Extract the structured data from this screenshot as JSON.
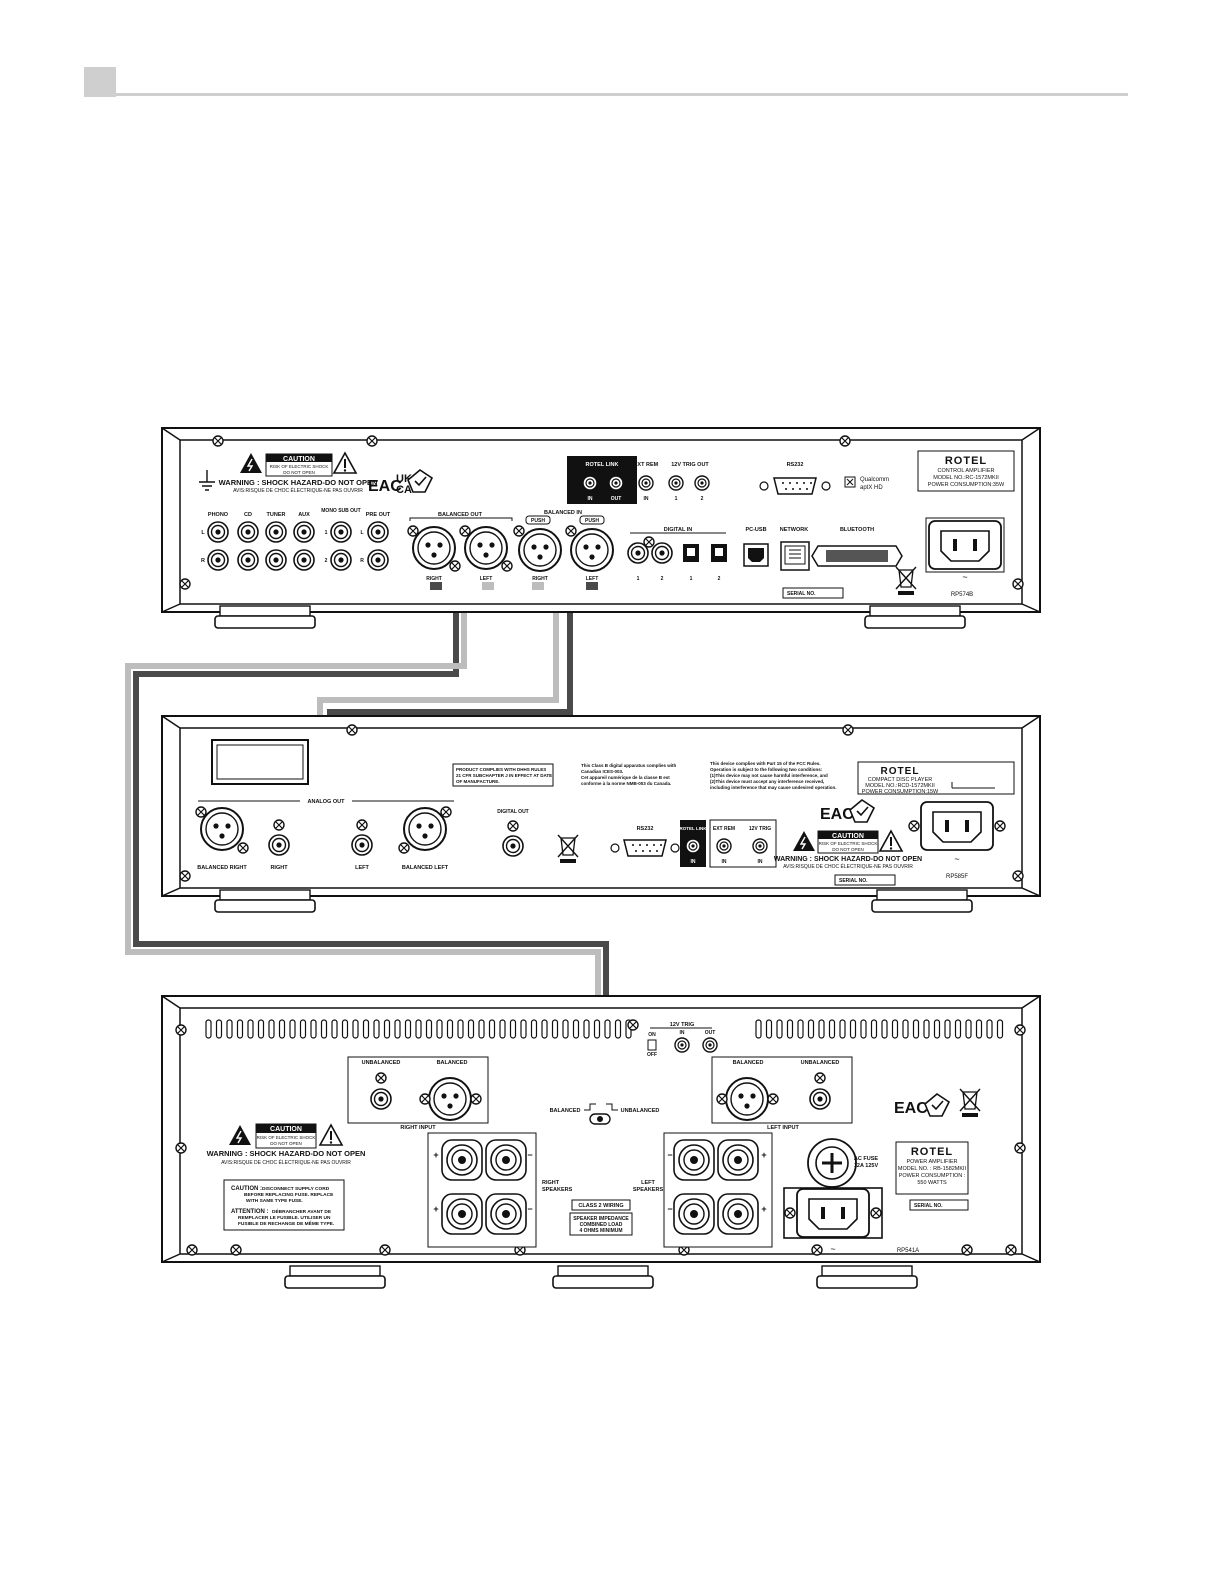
{
  "header": {
    "accent_color": "#cfcfcf"
  },
  "cable_colors": {
    "dark": "#4a4a4a",
    "light": "#bdbdbd"
  },
  "amp": {
    "brand": "ROTEL",
    "label_line1": "CONTROL AMPLIFIER",
    "label_line2": "MODEL NO.:RC-1572MKII",
    "label_line3": "POWER CONSUMPTION:35W",
    "caution_title": "CAUTION",
    "caution_sub1": "RISK OF ELECTRIC SHOCK",
    "caution_sub2": "DO NOT OPEN",
    "warning": "WARNING : SHOCK HAZARD-DO NOT OPEN",
    "avis": "AVIS:RISQUE DE CHOC ÉLECTRIQUE-NE PAS OUVRIR",
    "eac": "EAC",
    "ukca_top": "UK",
    "ukca_bottom": "CA",
    "rotel_link": "ROTEL LINK",
    "in": "IN",
    "out": "OUT",
    "ext_rem": "EXT REM",
    "trig_out": "12V TRIG OUT",
    "trig_1": "1",
    "trig_2": "2",
    "rs232": "RS232",
    "qualcomm1": "Qualcomm",
    "qualcomm2": "aptX HD",
    "phono": "PHONO",
    "cd": "CD",
    "tuner": "TUNER",
    "aux": "AUX",
    "mono_sub_out": "MONO SUB OUT",
    "pre_out": "PRE OUT",
    "l": "L",
    "r": "R",
    "n1": "1",
    "n2": "2",
    "balanced_out": "BALANCED OUT",
    "balanced_in": "BALANCED IN",
    "push": "PUSH",
    "right": "RIGHT",
    "left": "LEFT",
    "digital_in": "DIGITAL IN",
    "pc_usb": "PC-USB",
    "network": "NETWORK",
    "bluetooth": "BLUETOOTH",
    "serial": "SERIAL NO.",
    "rp": "RP574B"
  },
  "cd": {
    "brand": "ROTEL",
    "label_line1": "COMPACT DISC PLAYER",
    "label_line2": "MODEL NO.:RCD-1572MKII",
    "label_line3": "POWER CONSUMPTION:15W",
    "analog_out": "ANALOG OUT",
    "balanced_right": "BALANCED RIGHT",
    "right": "RIGHT",
    "left": "LEFT",
    "balanced_left": "BALANCED LEFT",
    "digital_out": "DIGITAL OUT",
    "product_notice1": "PRODUCT COMPLIES WITH DHHS RULES",
    "product_notice2": "21 CFR SUBCHAPTER J IN EFFECT AT DATE",
    "product_notice3": "OF MANUFACTURE.",
    "class_b1": "This Class B digital apparatus complies with",
    "class_b2": "Canadian ICES-003.",
    "class_b3": "Cet appareil numérique de la classe B est",
    "class_b4": "conforme à la norme NMB-003 du Canada.",
    "fcc1": "This device complies with Part 15 of the FCC Rules.",
    "fcc2": "Operation is subject to the following two conditions:",
    "fcc3": "(1)This device may not cause harmful interference, and",
    "fcc4": "(2)This device must accept any interference received,",
    "fcc5": "including interference that may cause undesired operation.",
    "rs232": "RS232",
    "rotel_link": "ROTEL LINK",
    "ext_rem": "EXT REM",
    "trig_in": "12V TRIG",
    "in": "IN",
    "caution_title": "CAUTION",
    "caution_sub1": "RISK OF ELECTRIC SHOCK",
    "caution_sub2": "DO NOT OPEN",
    "warning": "WARNING : SHOCK HAZARD-DO NOT OPEN",
    "avis": "AVIS:RISQUE DE CHOC ÉLECTRIQUE-NE PAS OUVRIR",
    "eac": "EAC",
    "serial": "SERIAL NO.",
    "rp": "RP585F"
  },
  "power": {
    "brand": "ROTEL",
    "label_line1": "POWER AMPLIFIER",
    "label_line2": "MODEL NO. : RB-1582MKII",
    "label_line3": "POWER CONSUMPTION :",
    "label_line4": "550 WATTS",
    "trig": "12V TRIG",
    "on": "ON",
    "off": "OFF",
    "in": "IN",
    "out": "OUT",
    "unbalanced": "UNBALANCED",
    "balanced": "BALANCED",
    "right_input": "RIGHT INPUT",
    "left_input": "LEFT INPUT",
    "switch_balanced": "BALANCED",
    "switch_unbalanced": "UNBALANCED",
    "right_speakers1": "RIGHT",
    "right_speakers2": "SPEAKERS",
    "left_speakers1": "LEFT",
    "left_speakers2": "SPEAKERS",
    "class2": "CLASS 2 WIRING",
    "imp1": "SPEAKER IMPEDANCE",
    "imp2": "COMBINED LOAD",
    "imp3": "4 OHMS MINIMUM",
    "caution_title": "CAUTION",
    "caution_sub1": "RISK OF ELECTRIC SHOCK",
    "caution_sub2": "DO NOT OPEN",
    "warning": "WARNING : SHOCK HAZARD-DO NOT OPEN",
    "avis": "AVIS:RISQUE DE CHOC ÉLECTRIQUE-NE PAS OUVRIR",
    "caution_fuse_title": "CAUTION :",
    "caution_fuse1": "DISCONNECT SUPPLY CORD",
    "caution_fuse2": "BEFORE REPLACING FUSE. REPLACE",
    "caution_fuse3": "WITH SAME TYPE FUSE.",
    "attention_title": "ATTENTION :",
    "attention1": "DÉBRANCHER AVANT DE",
    "attention2": "REMPLACER LE FUSIBLE. UTILISER UN",
    "attention3": "FUSIBLE DE RECHANGE DE MÊME TYPE.",
    "ac_fuse1": "AC FUSE",
    "ac_fuse2": "12A 125V",
    "eac": "EAC",
    "serial": "SERIAL NO.",
    "rp": "RP541A",
    "plus": "+",
    "minus": "−"
  }
}
